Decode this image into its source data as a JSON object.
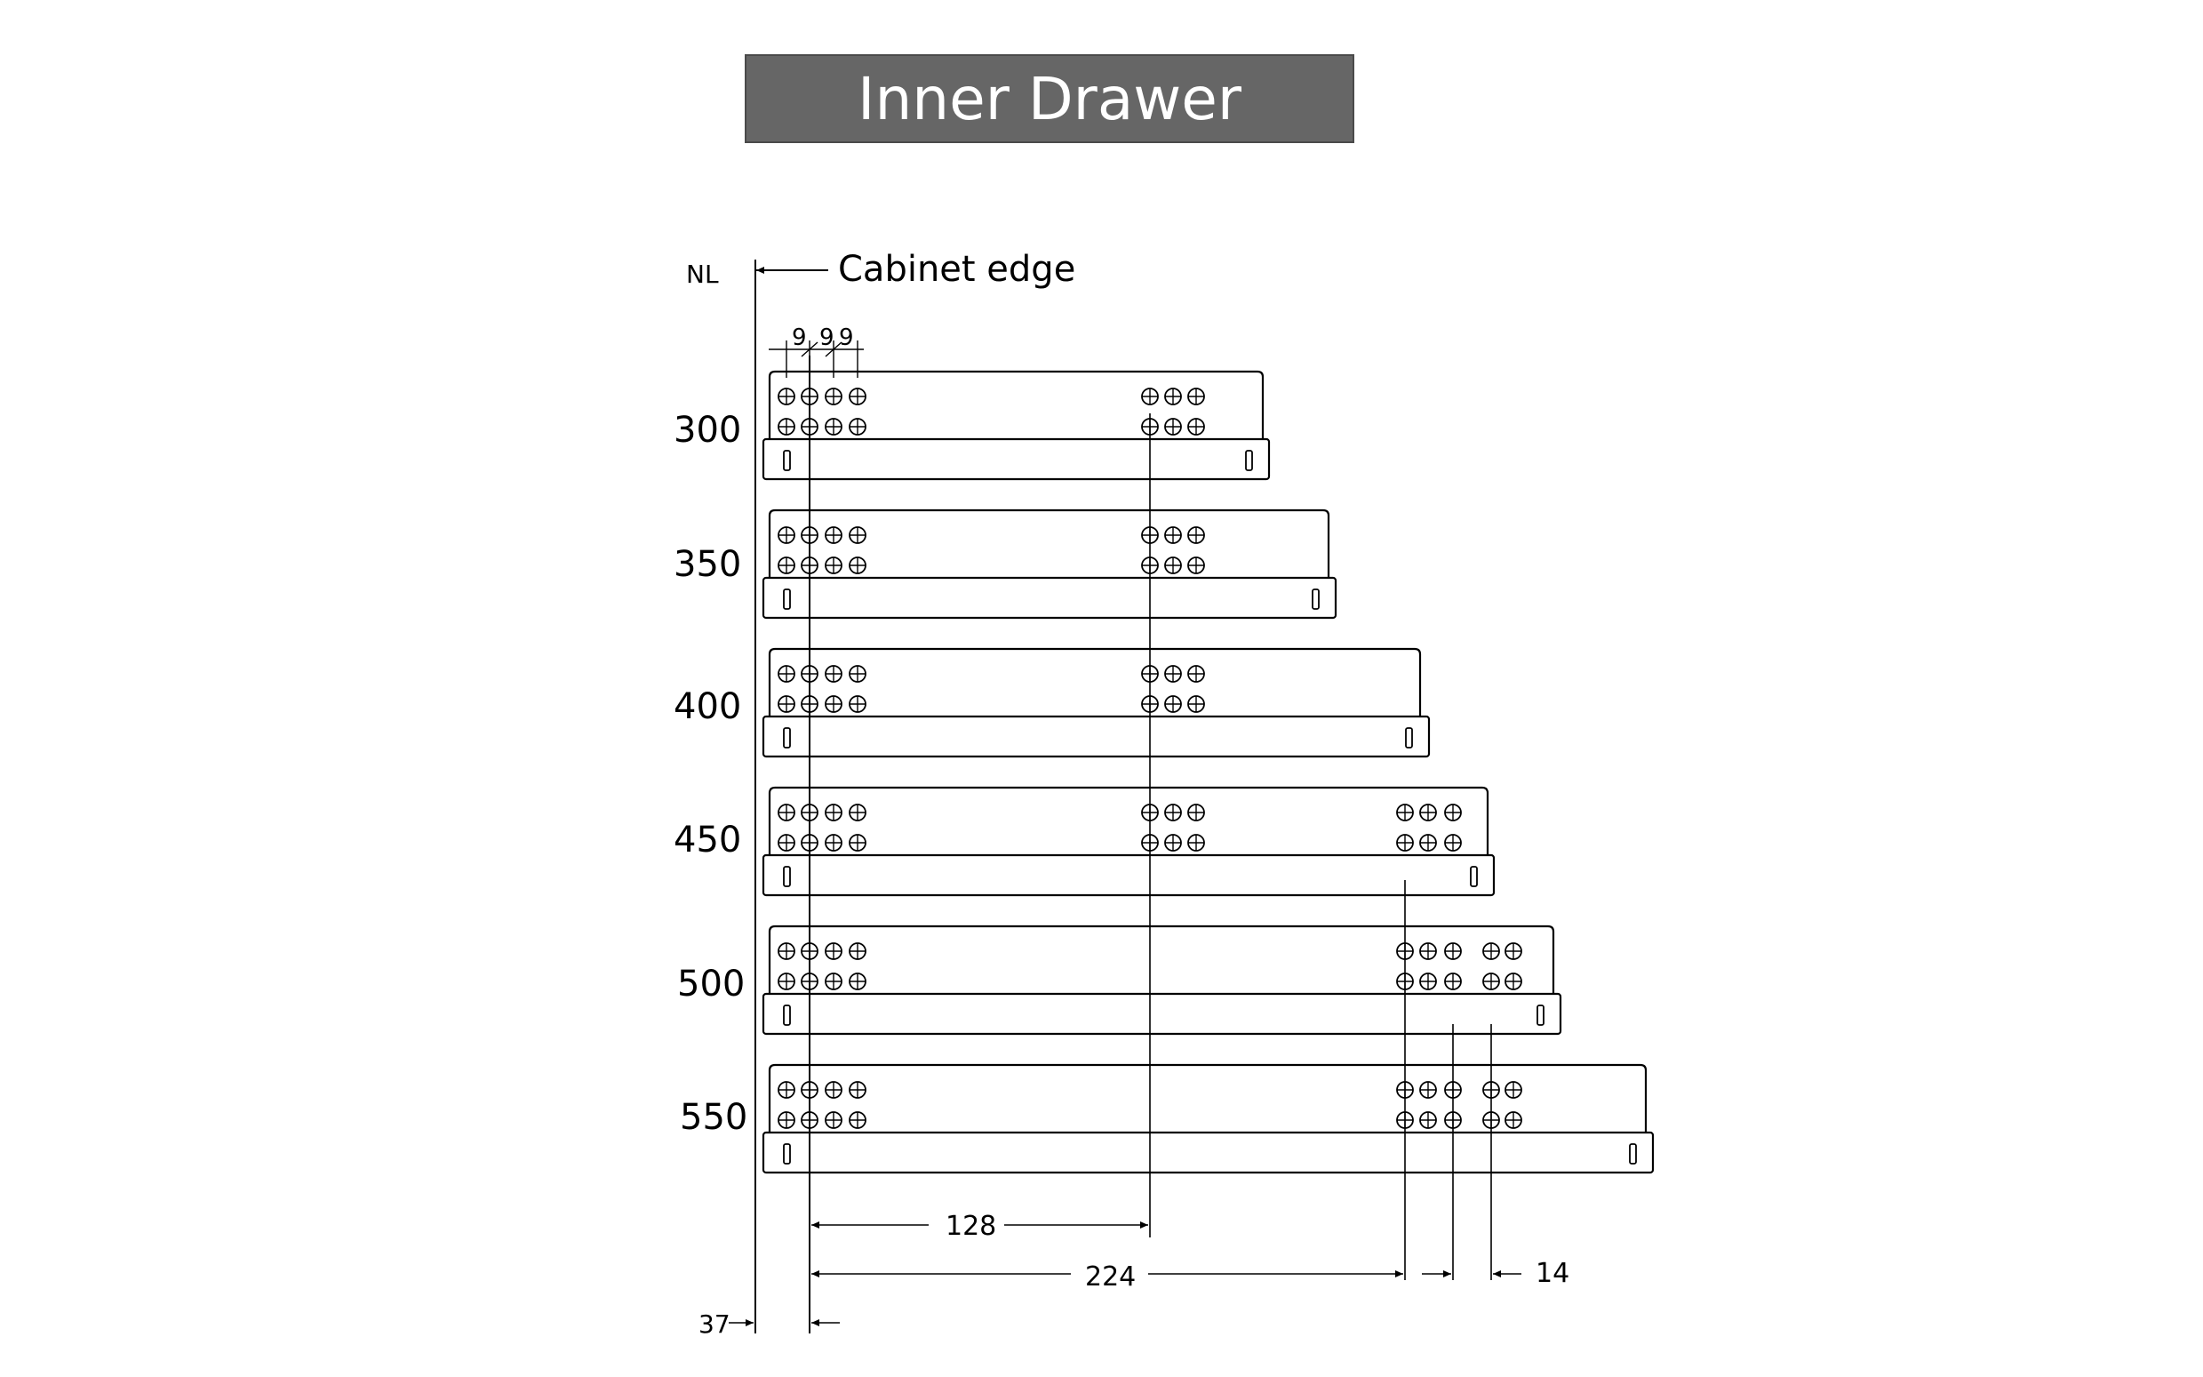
{
  "title": "Inner Drawer",
  "header": {
    "nl": "NL",
    "cabinet_edge": "Cabinet edge"
  },
  "drawers": [
    {
      "label": "300",
      "mount_groups": [
        "front",
        "mid"
      ]
    },
    {
      "label": "350",
      "mount_groups": [
        "front",
        "mid"
      ]
    },
    {
      "label": "400",
      "mount_groups": [
        "front",
        "mid"
      ]
    },
    {
      "label": "450",
      "mount_groups": [
        "front",
        "mid",
        "rear3"
      ]
    },
    {
      "label": "500",
      "mount_groups": [
        "front",
        "rear3",
        "rear2"
      ]
    },
    {
      "label": "550",
      "mount_groups": [
        "front",
        "rear3",
        "rear2"
      ]
    }
  ],
  "dimensions": {
    "hole_pitch": [
      "9",
      "9",
      "9"
    ],
    "d128": "128",
    "d224": "224",
    "d14": "14",
    "d37": "37"
  },
  "colors": {
    "title_bg": "#666666",
    "title_text": "#ffffff",
    "line": "#000000"
  }
}
